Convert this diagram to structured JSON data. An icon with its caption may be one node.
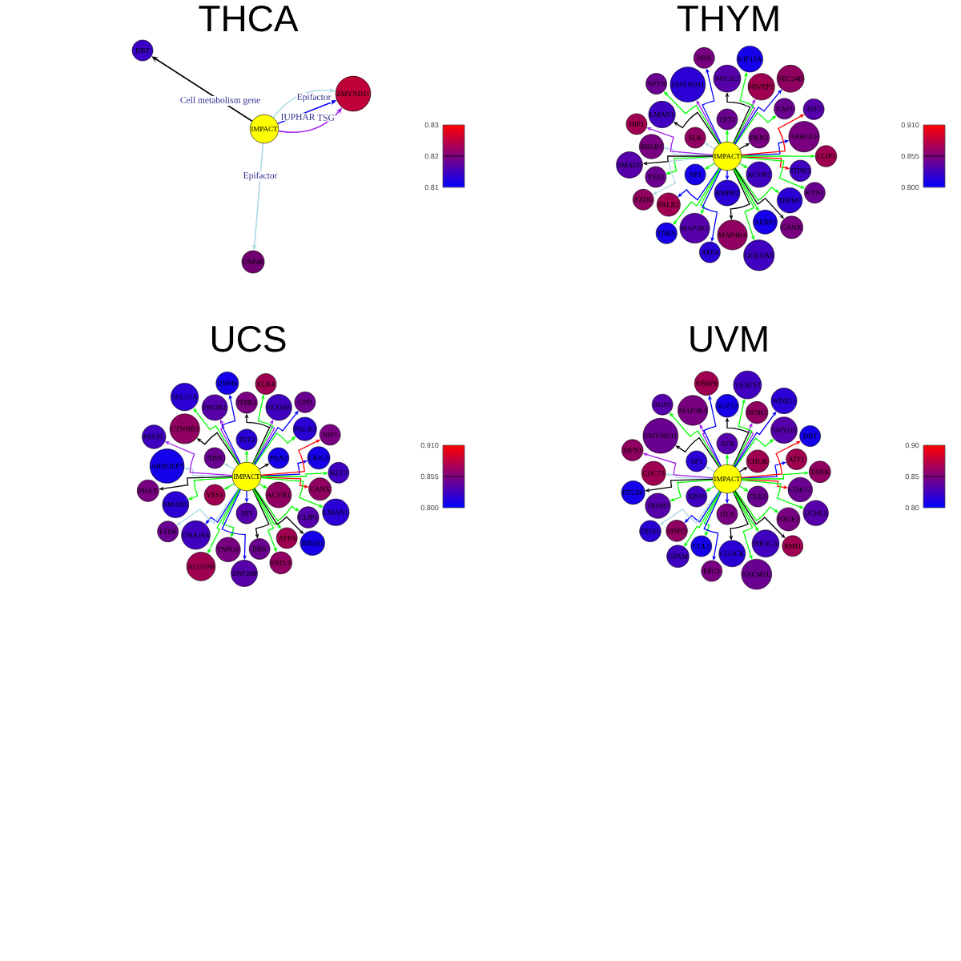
{
  "diagram": {
    "nodes": [
      {
        "text": [
          "DBT"
        ]
      },
      {
        "text": [
          "ZMYND11"
        ]
      },
      {
        "text": [
          "IMPACT"
        ]
      },
      {
        "text": [
          "USP46"
        ]
      },
      {
        "text": [
          "IMPACT"
        ]
      },
      {
        "text": [
          "TET2"
        ]
      },
      {
        "text": [
          "PKN2"
        ]
      },
      {
        "text": [
          "ACVR1"
        ]
      },
      {
        "text": [
          "BMPR2"
        ]
      },
      {
        "text": [
          "NFI"
        ]
      },
      {
        "text": [
          "SLK"
        ]
      },
      {
        "text": [
          "NFE2L2"
        ]
      },
      {
        "text": [
          "HIVEP1"
        ]
      },
      {
        "text": [
          "XAP1"
        ]
      },
      {
        "text": [
          "ARHGEF"
        ]
      },
      {
        "text": [
          "ITPR3"
        ]
      },
      {
        "text": [
          "TRPM7"
        ]
      },
      {
        "text": [
          "AEBP2"
        ]
      },
      {
        "text": [
          "MAP4K4"
        ]
      },
      {
        "text": [
          "MAP3K1"
        ]
      },
      {
        "text": [
          "PALB2"
        ]
      },
      {
        "text": [
          "YES1"
        ]
      },
      {
        "text": [
          "RREB1"
        ]
      },
      {
        "text": [
          "LMAN1"
        ]
      },
      {
        "text": [
          "ZMYND11"
        ]
      },
      {
        "text": [
          "KIF13A"
        ]
      },
      {
        "text": [
          "SEC24B"
        ]
      },
      {
        "text": [
          "ATF7"
        ]
      },
      {
        "text": [
          "CLIP1"
        ]
      },
      {
        "text": [
          "KTN1"
        ]
      },
      {
        "text": [
          "CANX"
        ]
      },
      {
        "text": [
          "GOLGA5"
        ]
      },
      {
        "text": [
          "AFF4"
        ]
      },
      {
        "text": [
          "TNKS"
        ]
      },
      {
        "text": [
          "FZD6"
        ]
      },
      {
        "text": [
          "SMAD5"
        ]
      },
      {
        "text": [
          "HIP1"
        ]
      },
      {
        "text": [
          "NPTN"
        ]
      },
      {
        "text": [
          "BBX"
        ]
      },
      {
        "text": [
          "IMPACT"
        ]
      },
      {
        "text": [
          "TET2"
        ]
      },
      {
        "text": [
          "PKN2"
        ]
      },
      {
        "text": [
          "ACVR1"
        ]
      },
      {
        "text": [
          "NFI"
        ]
      },
      {
        "text": [
          "YES1"
        ]
      },
      {
        "text": [
          "NBN"
        ]
      },
      {
        "text": [
          "ITPR3"
        ]
      },
      {
        "text": [
          "NCOA6"
        ]
      },
      {
        "text": [
          "PALB2"
        ]
      },
      {
        "text": [
          "LRIG3"
        ]
      },
      {
        "text": [
          "CANX"
        ]
      },
      {
        "text": [
          "CLIP1"
        ]
      },
      {
        "text": [
          "AFF4"
        ]
      },
      {
        "text": [
          "BBX"
        ]
      },
      {
        "text": [
          "TNPO1"
        ]
      },
      {
        "text": [
          "DNAJB4"
        ]
      },
      {
        "text": [
          "SMAD5"
        ]
      },
      {
        "text": [
          "ARHGEF7"
        ]
      },
      {
        "text": [
          "CTNNB1"
        ]
      },
      {
        "text": [
          "PIK3R1"
        ]
      },
      {
        "text": [
          "ELK4"
        ]
      },
      {
        "text": [
          "CPD"
        ]
      },
      {
        "text": [
          "HIP1"
        ]
      },
      {
        "text": [
          "KLF3"
        ]
      },
      {
        "text": [
          "LMAN1"
        ]
      },
      {
        "text": [
          "RREB1"
        ]
      },
      {
        "text": [
          "PATL1"
        ]
      },
      {
        "text": [
          "ZNF268"
        ]
      },
      {
        "text": [
          "ALG10B"
        ]
      },
      {
        "text": [
          "FZD6"
        ]
      },
      {
        "text": [
          "PHAX"
        ]
      },
      {
        "text": [
          "PREPL"
        ]
      },
      {
        "text": [
          "SEC31A"
        ]
      },
      {
        "text": [
          "USP46"
        ]
      },
      {
        "text": [
          "IMPACT"
        ]
      },
      {
        "text": [
          "ATR"
        ]
      },
      {
        "text": [
          "CHUK"
        ]
      },
      {
        "text": [
          "CUL5"
        ]
      },
      {
        "text": [
          "GLS"
        ]
      },
      {
        "text": [
          "XPO1"
        ]
      },
      {
        "text": [
          "SP1"
        ]
      },
      {
        "text": [
          "SUZ12"
        ]
      },
      {
        "text": [
          "SF3B1"
        ]
      },
      {
        "text": [
          "SMYD3"
        ]
      },
      {
        "text": [
          "ATF1"
        ]
      },
      {
        "text": [
          "CDK12"
        ]
      },
      {
        "text": [
          "NR2F2"
        ]
      },
      {
        "text": [
          "PIK3CA"
        ]
      },
      {
        "text": [
          "CLOCK"
        ]
      },
      {
        "text": [
          "CUL2"
        ]
      },
      {
        "text": [
          "MSH2"
        ]
      },
      {
        "text": [
          "TRPM7"
        ]
      },
      {
        "text": [
          "CDC73"
        ]
      },
      {
        "text": [
          "ZMYND11"
        ]
      },
      {
        "text": [
          "MAP3K4"
        ]
      },
      {
        "text": [
          "YEATS2"
        ]
      },
      {
        "text": [
          "WDR11"
        ]
      },
      {
        "text": [
          "DBT"
        ]
      },
      {
        "text": [
          "TANK"
        ]
      },
      {
        "text": [
          "UCHL5"
        ]
      },
      {
        "text": [
          "RMI1"
        ]
      },
      {
        "text": [
          "SACM1L"
        ]
      },
      {
        "text": [
          "EPC1"
        ]
      },
      {
        "text": [
          "GPAM"
        ]
      },
      {
        "text": [
          "DDX5"
        ]
      },
      {
        "text": [
          "ITGAV"
        ]
      },
      {
        "text": [
          "MFN1"
        ]
      },
      {
        "text": [
          "AGPS"
        ]
      },
      {
        "text": [
          "RBBP8"
        ]
      }
    ],
    "edges": [
      {
        "from": 2,
        "to": 0,
        "arrow": "to",
        "label": "Cell metabolism gene",
        "color": "#000000"
      },
      {
        "from": 2,
        "to": 1,
        "arrow": "to",
        "label": "Epifactor",
        "color": "#add8e6"
      },
      {
        "from": 2,
        "to": 1,
        "arrow": "to",
        "label": "IUPHAR",
        "color": "#0000ff"
      },
      {
        "from": 2,
        "to": 1,
        "arrow": "to",
        "label": "TSG",
        "color": "#a020f0"
      },
      {
        "from": 2,
        "to": 3,
        "arrow": "to",
        "label": "Epifactor",
        "color": "#add8e6"
      },
      {
        "from": 4,
        "to": 5,
        "arrow": "to"
      },
      {
        "from": 4,
        "to": 6,
        "arrow": "to",
        "color": "#000000"
      },
      {
        "from": 4,
        "to": 7,
        "arrow": "to"
      },
      {
        "from": 4,
        "to": 8,
        "arrow": "to",
        "color": "#0000ff"
      },
      {
        "from": 4,
        "to": 9,
        "arrow": "to"
      },
      {
        "from": 4,
        "to": 10,
        "arrow": "to",
        "color": "#add8e6"
      },
      {
        "from": 4,
        "to": 11,
        "arrow": "to",
        "color": "#000000"
      },
      {
        "from": 4,
        "to": 12,
        "arrow": "to",
        "color": "#a020f0"
      },
      {
        "from": 4,
        "to": 13,
        "arrow": "to"
      },
      {
        "from": 4,
        "to": 14,
        "arrow": "to",
        "color": "#0000ff"
      },
      {
        "from": 4,
        "to": 15,
        "arrow": "to",
        "color": "#ff0000"
      },
      {
        "from": 4,
        "to": 16,
        "arrow": "to"
      },
      {
        "from": 4,
        "to": 17,
        "arrow": "to"
      },
      {
        "from": 4,
        "to": 18,
        "arrow": "to",
        "color": "#000000"
      },
      {
        "from": 4,
        "to": 19,
        "arrow": "to"
      },
      {
        "from": 4,
        "to": 20,
        "arrow": "to",
        "color": "#0000ff"
      },
      {
        "from": 4,
        "to": 21,
        "arrow": "to"
      },
      {
        "from": 4,
        "to": 22,
        "arrow": "to",
        "color": "#add8e6"
      },
      {
        "from": 4,
        "to": 23,
        "arrow": "to",
        "color": "#000000"
      },
      {
        "from": 4,
        "to": 24,
        "arrow": "to",
        "color": "#a020f0"
      },
      {
        "from": 4,
        "to": 25,
        "arrow": "to"
      },
      {
        "from": 4,
        "to": 26,
        "arrow": "to",
        "color": "#0000ff"
      },
      {
        "from": 4,
        "to": 27,
        "arrow": "to",
        "color": "#ff0000"
      },
      {
        "from": 4,
        "to": 28,
        "arrow": "to"
      },
      {
        "from": 4,
        "to": 29,
        "arrow": "to"
      },
      {
        "from": 4,
        "to": 30,
        "arrow": "to",
        "color": "#000000"
      },
      {
        "from": 4,
        "to": 31,
        "arrow": "to"
      },
      {
        "from": 4,
        "to": 32,
        "arrow": "to",
        "color": "#0000ff"
      },
      {
        "from": 4,
        "to": 33,
        "arrow": "to"
      },
      {
        "from": 4,
        "to": 34,
        "arrow": "to",
        "color": "#add8e6"
      },
      {
        "from": 4,
        "to": 35,
        "arrow": "to",
        "color": "#000000"
      },
      {
        "from": 4,
        "to": 36,
        "arrow": "to",
        "color": "#a020f0"
      },
      {
        "from": 4,
        "to": 37,
        "arrow": "to"
      },
      {
        "from": 4,
        "to": 38,
        "arrow": "to",
        "color": "#0000ff"
      },
      {
        "from": 39,
        "to": 40,
        "arrow": "to"
      },
      {
        "from": 39,
        "to": 41,
        "arrow": "to",
        "color": "#000000"
      },
      {
        "from": 39,
        "to": 42,
        "arrow": "to"
      },
      {
        "from": 39,
        "to": 43,
        "arrow": "to",
        "color": "#0000ff"
      },
      {
        "from": 39,
        "to": 44,
        "arrow": "to"
      },
      {
        "from": 39,
        "to": 45,
        "arrow": "to",
        "color": "#add8e6"
      },
      {
        "from": 39,
        "to": 46,
        "arrow": "to",
        "color": "#000000"
      },
      {
        "from": 39,
        "to": 47,
        "arrow": "to",
        "color": "#a020f0"
      },
      {
        "from": 39,
        "to": 48,
        "arrow": "to"
      },
      {
        "from": 39,
        "to": 49,
        "arrow": "to",
        "color": "#0000ff"
      },
      {
        "from": 39,
        "to": 50,
        "arrow": "to",
        "color": "#ff0000"
      },
      {
        "from": 39,
        "to": 51,
        "arrow": "to"
      },
      {
        "from": 39,
        "to": 52,
        "arrow": "to"
      },
      {
        "from": 39,
        "to": 53,
        "arrow": "to",
        "color": "#000000"
      },
      {
        "from": 39,
        "to": 54,
        "arrow": "to"
      },
      {
        "from": 39,
        "to": 55,
        "arrow": "to",
        "color": "#0000ff"
      },
      {
        "from": 39,
        "to": 56,
        "arrow": "to"
      },
      {
        "from": 39,
        "to": 57,
        "arrow": "to",
        "color": "#add8e6"
      },
      {
        "from": 39,
        "to": 58,
        "arrow": "to",
        "color": "#000000"
      },
      {
        "from": 39,
        "to": 59,
        "arrow": "to",
        "color": "#a020f0"
      },
      {
        "from": 39,
        "to": 60,
        "arrow": "to"
      },
      {
        "from": 39,
        "to": 61,
        "arrow": "to",
        "color": "#0000ff"
      },
      {
        "from": 39,
        "to": 62,
        "arrow": "to",
        "color": "#ff0000"
      },
      {
        "from": 39,
        "to": 63,
        "arrow": "to"
      },
      {
        "from": 39,
        "to": 64,
        "arrow": "to"
      },
      {
        "from": 39,
        "to": 65,
        "arrow": "to",
        "color": "#000000"
      },
      {
        "from": 39,
        "to": 66,
        "arrow": "to"
      },
      {
        "from": 39,
        "to": 67,
        "arrow": "to",
        "color": "#0000ff"
      },
      {
        "from": 39,
        "to": 68,
        "arrow": "to"
      },
      {
        "from": 39,
        "to": 69,
        "arrow": "to",
        "color": "#add8e6"
      },
      {
        "from": 39,
        "to": 70,
        "arrow": "to",
        "color": "#000000"
      },
      {
        "from": 39,
        "to": 71,
        "arrow": "to",
        "color": "#a020f0"
      },
      {
        "from": 39,
        "to": 72,
        "arrow": "to"
      },
      {
        "from": 39,
        "to": 73,
        "arrow": "to",
        "color": "#0000ff"
      },
      {
        "from": 74,
        "to": 75,
        "arrow": "to"
      },
      {
        "from": 74,
        "to": 76,
        "arrow": "to",
        "color": "#000000"
      },
      {
        "from": 74,
        "to": 77,
        "arrow": "to"
      },
      {
        "from": 74,
        "to": 78,
        "arrow": "to",
        "color": "#0000ff"
      },
      {
        "from": 74,
        "to": 79,
        "arrow": "to"
      },
      {
        "from": 74,
        "to": 80,
        "arrow": "to",
        "color": "#add8e6"
      },
      {
        "from": 74,
        "to": 81,
        "arrow": "to",
        "color": "#000000"
      },
      {
        "from": 74,
        "to": 82,
        "arrow": "to",
        "color": "#a020f0"
      },
      {
        "from": 74,
        "to": 83,
        "arrow": "to"
      },
      {
        "from": 74,
        "to": 84,
        "arrow": "to",
        "color": "#0000ff"
      },
      {
        "from": 74,
        "to": 85,
        "arrow": "to",
        "color": "#ff0000"
      },
      {
        "from": 74,
        "to": 86,
        "arrow": "to"
      },
      {
        "from": 74,
        "to": 87,
        "arrow": "to"
      },
      {
        "from": 74,
        "to": 88,
        "arrow": "to",
        "color": "#000000"
      },
      {
        "from": 74,
        "to": 89,
        "arrow": "to"
      },
      {
        "from": 74,
        "to": 90,
        "arrow": "to",
        "color": "#0000ff"
      },
      {
        "from": 74,
        "to": 91,
        "arrow": "to"
      },
      {
        "from": 74,
        "to": 92,
        "arrow": "to",
        "color": "#add8e6"
      },
      {
        "from": 74,
        "to": 93,
        "arrow": "to",
        "color": "#000000"
      },
      {
        "from": 74,
        "to": 94,
        "arrow": "to",
        "color": "#a020f0"
      },
      {
        "from": 74,
        "to": 95,
        "arrow": "to"
      },
      {
        "from": 74,
        "to": 96,
        "arrow": "to",
        "color": "#0000ff"
      },
      {
        "from": 74,
        "to": 97,
        "arrow": "to",
        "color": "#ff0000"
      },
      {
        "from": 74,
        "to": 98,
        "arrow": "to"
      },
      {
        "from": 74,
        "to": 99,
        "arrow": "to"
      },
      {
        "from": 74,
        "to": 100,
        "arrow": "to",
        "color": "#000000"
      },
      {
        "from": 74,
        "to": 101,
        "arrow": "to"
      },
      {
        "from": 74,
        "to": 102,
        "arrow": "to",
        "color": "#0000ff"
      },
      {
        "from": 74,
        "to": 103,
        "arrow": "to"
      },
      {
        "from": 74,
        "to": 104,
        "arrow": "to",
        "color": "#add8e6"
      },
      {
        "from": 74,
        "to": 105,
        "arrow": "to",
        "color": "#000000"
      },
      {
        "from": 74,
        "to": 106,
        "arrow": "to",
        "color": "#a020f0"
      },
      {
        "from": 74,
        "to": 107,
        "arrow": "to"
      },
      {
        "from": 74,
        "to": 108,
        "arrow": "to",
        "color": "#0000ff"
      }
    ],
    "labels": [
      "THCA",
      "THYM",
      "0.83",
      "0.82",
      "0.81",
      "0.910",
      "0.855",
      "0.800",
      "UCS",
      "UVM",
      "0.910",
      "0.855",
      "0.800",
      "0.90",
      "0.85",
      "0.80"
    ]
  }
}
